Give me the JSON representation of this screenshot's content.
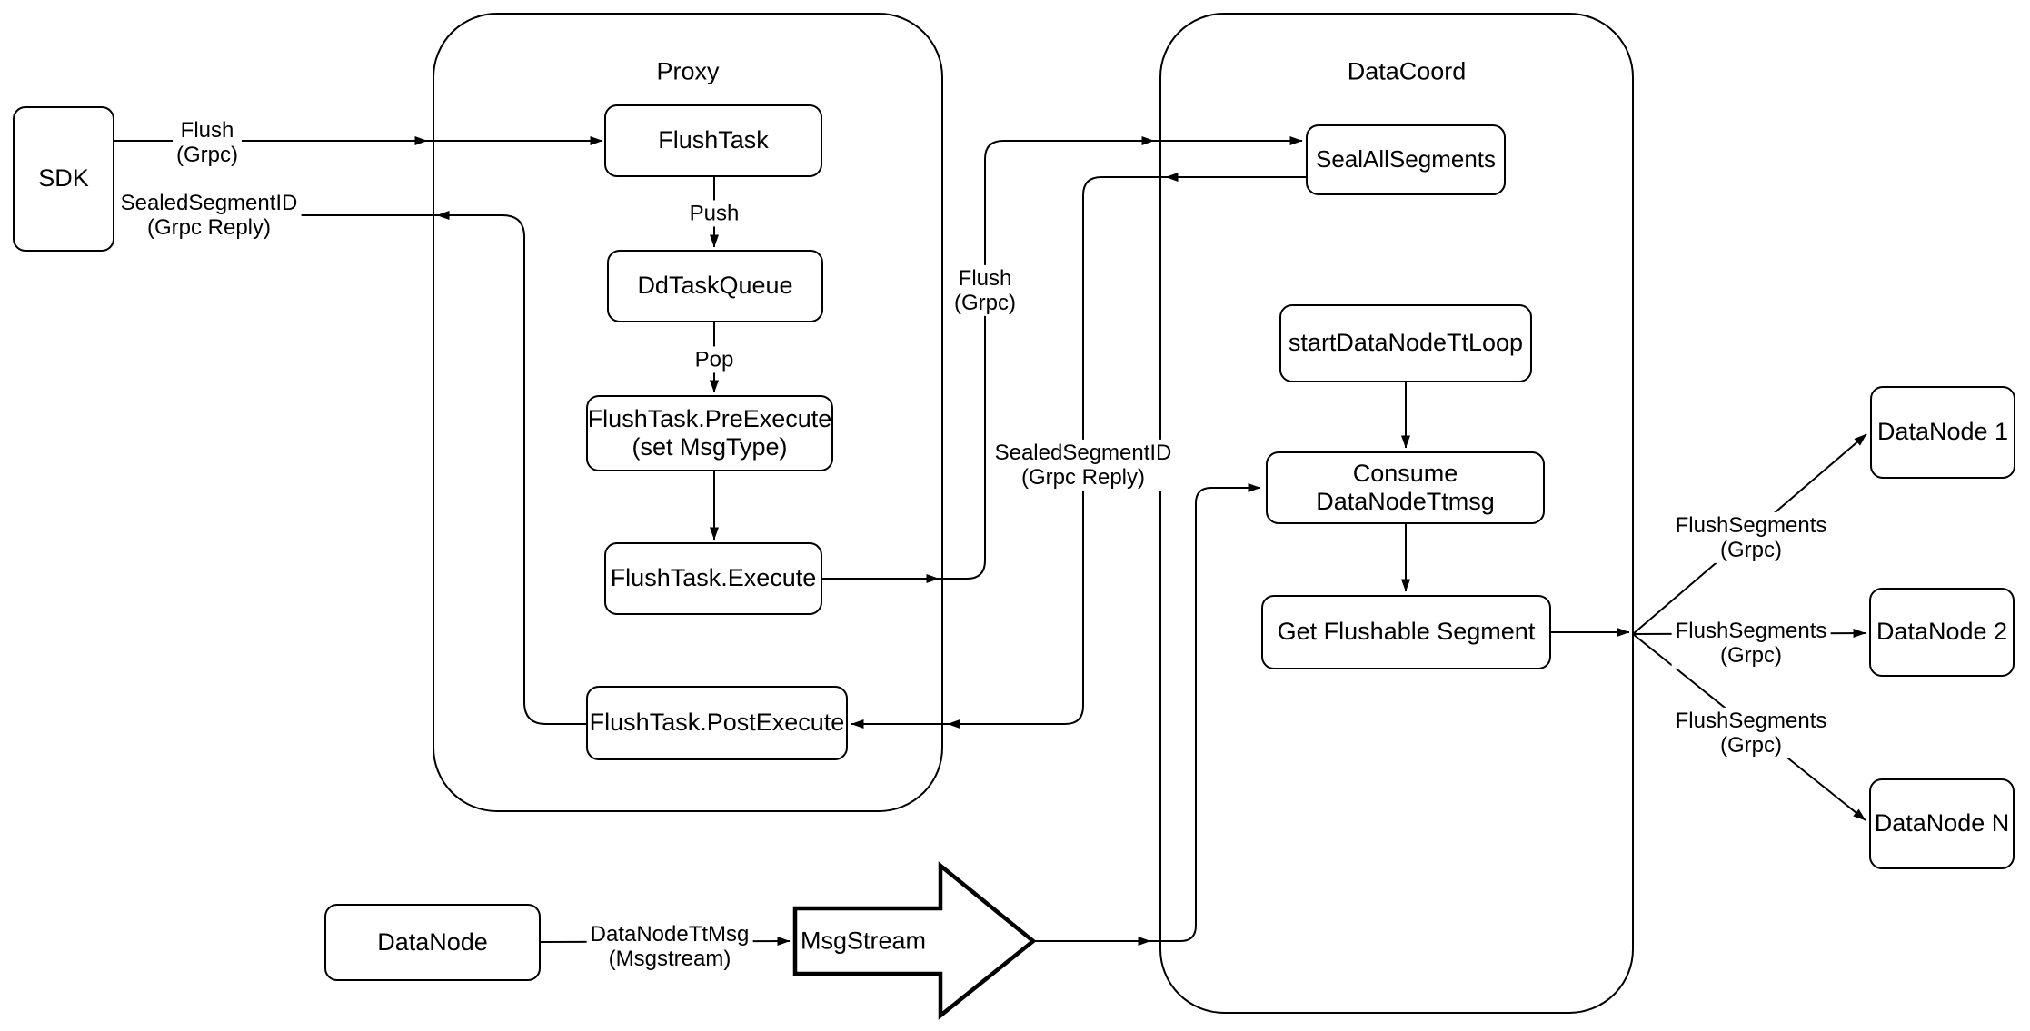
{
  "colors": {
    "stroke": "#000000",
    "node_fill": "#ffffff",
    "background": "#ffffff"
  },
  "groups": {
    "proxy": {
      "label": "Proxy"
    },
    "datacoord": {
      "label": "DataCoord"
    }
  },
  "nodes": {
    "sdk": {
      "label": "SDK"
    },
    "flushtask": {
      "label": "FlushTask"
    },
    "ddtaskqueue": {
      "label": "DdTaskQueue"
    },
    "preexecute": {
      "label": "FlushTask.PreExecute",
      "label2": "(set MsgType)"
    },
    "execute": {
      "label": "FlushTask.Execute"
    },
    "postexecute": {
      "label": "FlushTask.PostExecute"
    },
    "sealallsegments": {
      "label": "SealAllSegments"
    },
    "startdatanodettloop": {
      "label": "startDataNodeTtLoop"
    },
    "consumedatanodettmsg": {
      "label": "Consume DataNodeTtmsg"
    },
    "getflushablesegment": {
      "label": "Get Flushable Segment"
    },
    "datanode1": {
      "label": "DataNode 1"
    },
    "datanode2": {
      "label": "DataNode 2"
    },
    "datanoden": {
      "label": "DataNode N"
    },
    "datanode": {
      "label": "DataNode"
    },
    "msgstream": {
      "label": "MsgStream"
    }
  },
  "edge_labels": {
    "flush_sdk": {
      "line1": "Flush",
      "line2": "(Grpc)"
    },
    "sealed_sdk": {
      "line1": "SealedSegmentID",
      "line2": "(Grpc Reply)"
    },
    "push": {
      "line1": "Push"
    },
    "pop": {
      "line1": "Pop"
    },
    "flush_mid": {
      "line1": "Flush",
      "line2": "(Grpc)"
    },
    "sealed_mid": {
      "line1": "SealedSegmentID",
      "line2": "(Grpc Reply)"
    },
    "flushsegments_1": {
      "line1": "FlushSegments",
      "line2": "(Grpc)"
    },
    "flushsegments_2": {
      "line1": "FlushSegments",
      "line2": "(Grpc)"
    },
    "flushsegments_n": {
      "line1": "FlushSegments",
      "line2": "(Grpc)"
    },
    "datanodettmsg": {
      "line1": "DataNodeTtMsg",
      "line2": "(Msgstream)"
    }
  }
}
